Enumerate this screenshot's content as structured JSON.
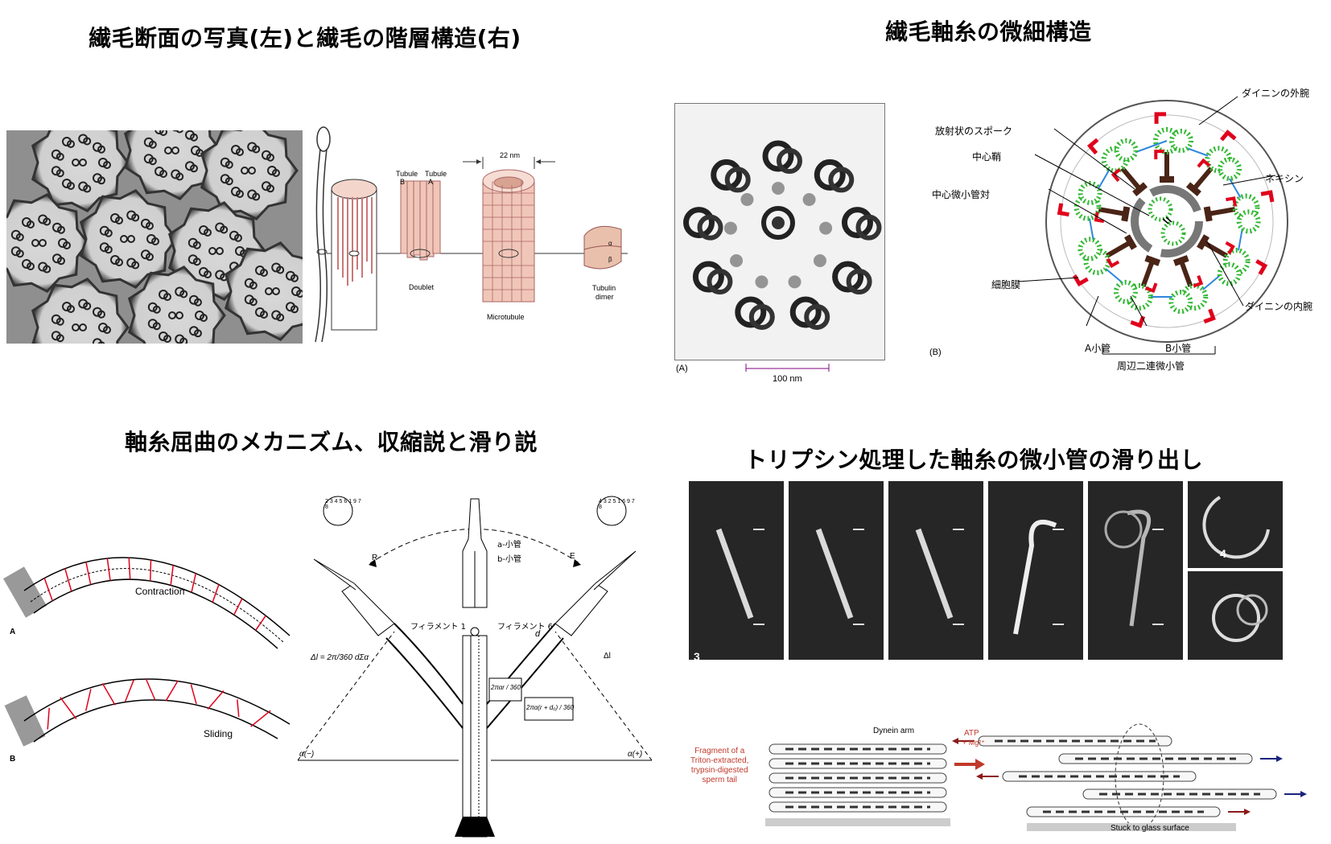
{
  "titles": {
    "q1": "繊毛断面の写真(左)と繊毛の階層構造(右)",
    "q2": "繊毛軸糸の微細構造",
    "q3": "軸糸屈曲のメカニズム、収縮説と滑り説",
    "q4": "トリプシン処理した軸糸の微小管の滑り出し"
  },
  "q1": {
    "tubule_b": "Tubule\nB",
    "tubule_a": "Tubule\nA",
    "size": "22 nm",
    "doublet": "Doublet",
    "microtubule": "Microtubule",
    "tubulin": "Tubulin\ndimer",
    "alpha": "α",
    "beta": "β"
  },
  "q2": {
    "label_a": "(A)",
    "scale": "100 nm",
    "label_b": "(B)",
    "outer_dynein": "ダイニンの外腕",
    "radial_spoke": "放射状のスポーク",
    "central_sheath": "中心鞘",
    "nexin": "ネキシン",
    "central_pair": "中心微小管対",
    "membrane": "細胞膜",
    "inner_dynein": "ダイニンの内腕",
    "a_tubule": "A小管",
    "b_tubule": "B小管",
    "peripheral": "周辺二連微小管"
  },
  "q3": {
    "contraction": "Contraction",
    "sliding": "Sliding",
    "panel_a": "A",
    "panel_b": "B",
    "a_tube": "a-小管",
    "b_tube": "b-小管",
    "fil1": "フィラメント 1",
    "fil6": "フィラメント 6",
    "r": "R",
    "e": "E",
    "d": "d",
    "dl": "Δl",
    "formula1": "Δl = 2π/360 dΣα",
    "formula2": "2παr / 360",
    "formula3": "2πα(r + d₀) / 360",
    "alpha_minus": "α(−)",
    "alpha_plus": "α(+)",
    "left_nums": "2 3 4 5 6 1 9 7 8",
    "right_nums": "4 3 2 5 1 6 9 7 8"
  },
  "q4": {
    "frame3": "3",
    "frame4": "4",
    "dynein_arm": "Dynein arm",
    "atp": "ATP",
    "mg": "+ Mg²⁺",
    "fragment": "Fragment of a\nTriton-extracted,\ntrypsin-digested\nsperm tail",
    "stuck": "Stuck to glass surface"
  },
  "colors": {
    "red": "#e0001b",
    "green": "#33b833",
    "brown": "#4a2416",
    "blue": "#2e86de",
    "fragment_text": "#c0392b"
  }
}
